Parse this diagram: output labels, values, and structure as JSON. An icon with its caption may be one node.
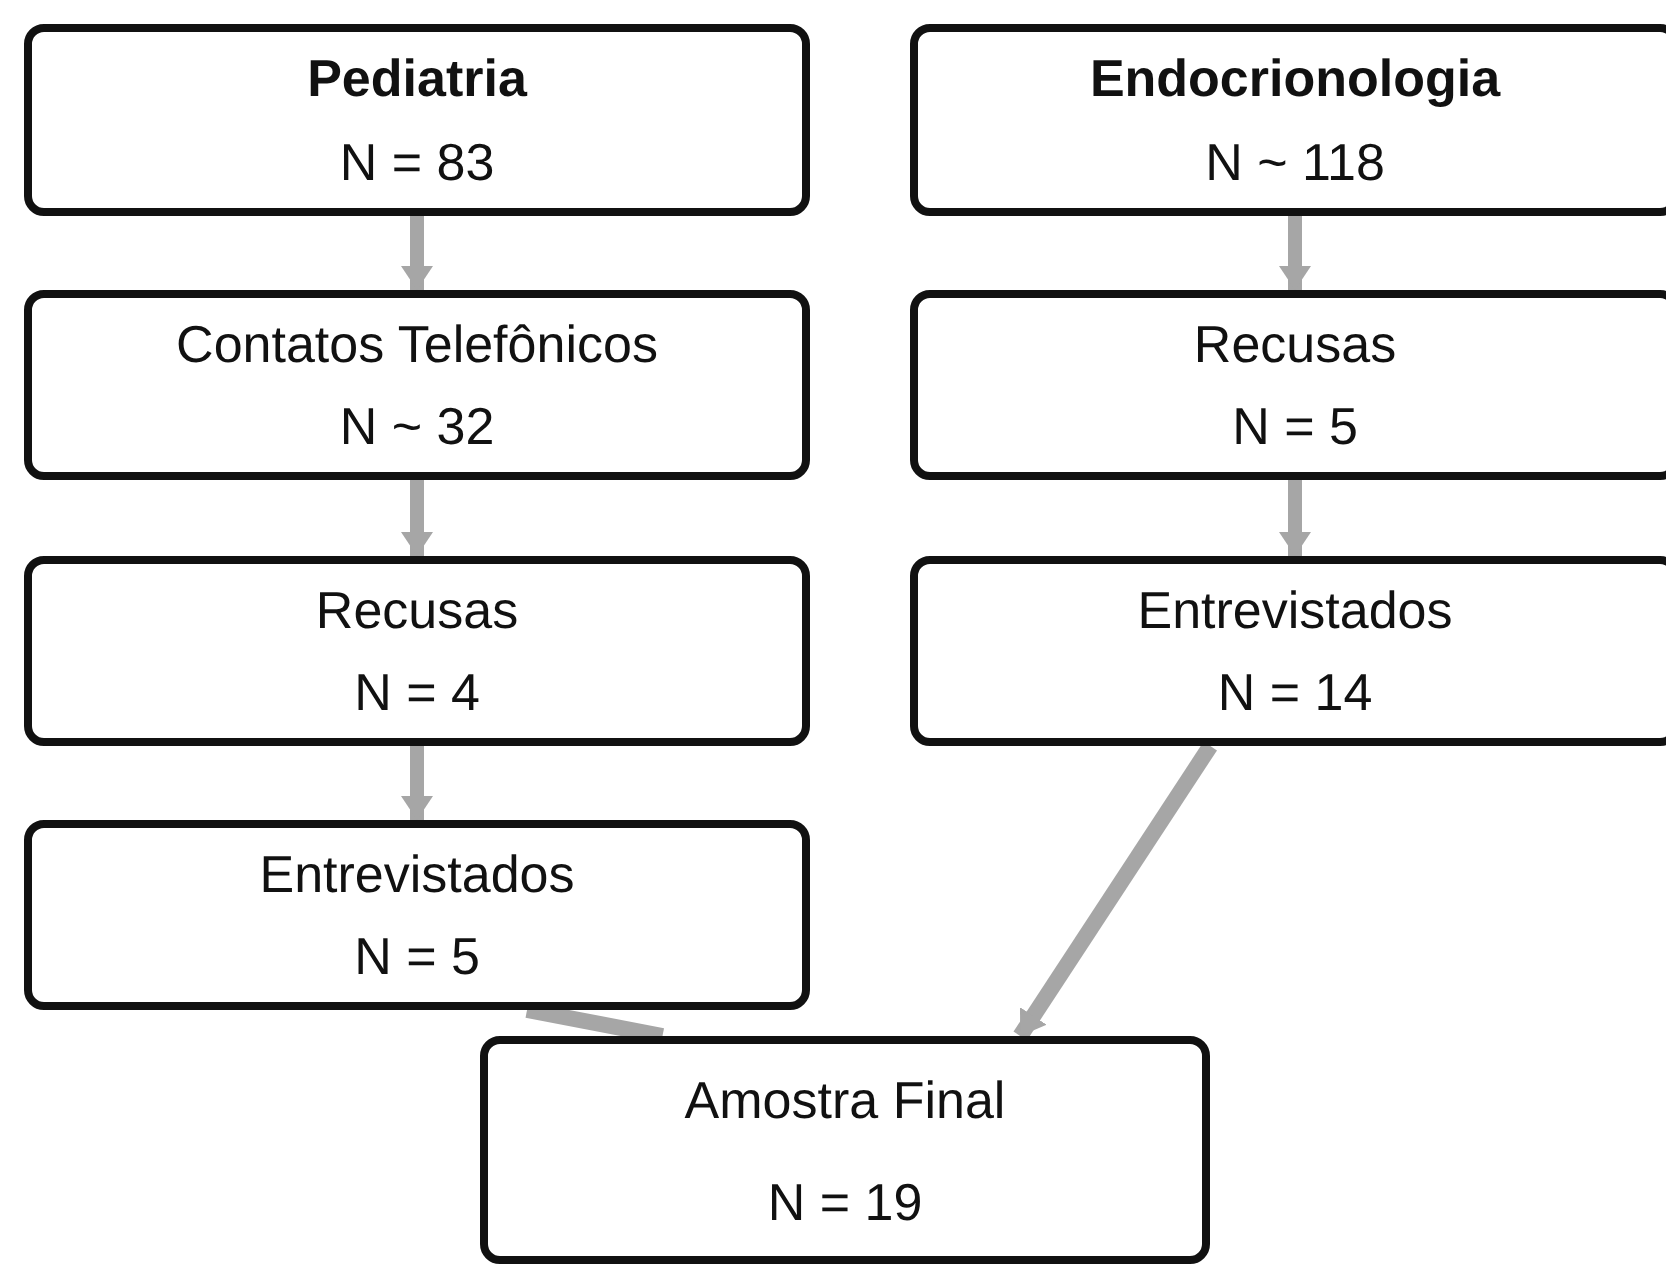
{
  "diagram": {
    "nodes": [
      {
        "text": [
          "Pediatria",
          "N = 83"
        ]
      },
      {
        "text": [
          "Endocrionologia",
          "N ~ 118"
        ]
      },
      {
        "text": [
          "Contatos Telefônicos",
          "N ~ 32"
        ]
      },
      {
        "text": [
          "Recusas",
          "N = 5"
        ]
      },
      {
        "text": [
          "Recusas",
          "N = 4"
        ]
      },
      {
        "text": [
          "Entrevistados",
          "N = 14"
        ]
      },
      {
        "text": [
          "Entrevistados",
          "N = 5"
        ]
      },
      {
        "text": [
          "Amostra Final",
          "N = 19"
        ]
      }
    ],
    "edges": [
      {
        "from": 0,
        "to": 2,
        "arrow": "to"
      },
      {
        "from": 2,
        "to": 4,
        "arrow": "to"
      },
      {
        "from": 4,
        "to": 6,
        "arrow": "to"
      },
      {
        "from": 1,
        "to": 3,
        "arrow": "to"
      },
      {
        "from": 3,
        "to": 5,
        "arrow": "to"
      },
      {
        "from": 6,
        "to": 7,
        "arrow": "none"
      },
      {
        "from": 5,
        "to": 7,
        "arrow": "to"
      }
    ]
  }
}
